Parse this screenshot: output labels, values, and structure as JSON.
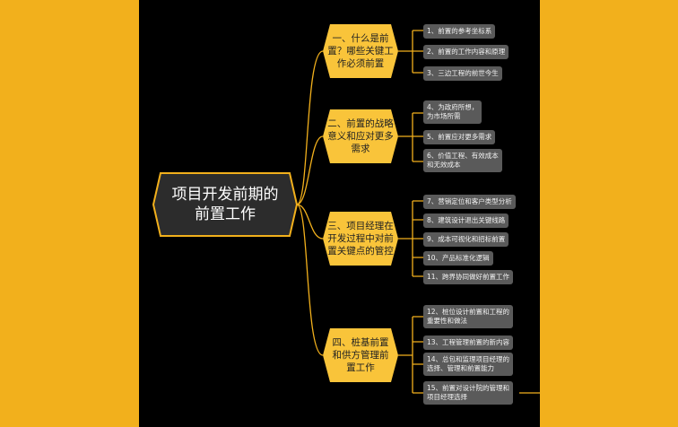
{
  "colors": {
    "background": "#000000",
    "side_panels": "#F2B01C",
    "branch_fill": "#F9C43A",
    "connector": "#F2B01C",
    "leaf_fill": "#5A5A5A"
  },
  "root": {
    "label": "项目开发前期的\n前置工作"
  },
  "branches": [
    {
      "label": "一、什么是前\n置？哪些关键工\n作必须前置",
      "leaves": [
        "1、前置的参考坐标系",
        "2、前置的工作内容和原理",
        "3、三边工程的前世今生"
      ]
    },
    {
      "label": "二、前置的战略\n意义和应对更多\n需求",
      "leaves": [
        "4、为政府所想，\n为市场所需",
        "5、前置应对更多需求",
        "6、价值工程、有效成本\n和无效成本"
      ]
    },
    {
      "label": "三、项目经理在\n开发过程中对前\n置关键点的管控",
      "leaves": [
        "7、营销定位和客户类型分析",
        "8、建筑设计退出关键线路",
        "9、成本可视化和招标前置",
        "10、产品标准化逻辑",
        "11、跨界协同做好前置工作"
      ]
    },
    {
      "label": "四、桩基前置\n和供方管理前\n置工作",
      "leaves": [
        "12、桩位设计前置和工程的\n重要性和做法",
        "13、工程管理前置的新内容",
        "14、总包和监理项目经理的\n选择、管理和前置能力",
        "15、前置对设计院的管理和\n项目经理选择"
      ]
    }
  ]
}
